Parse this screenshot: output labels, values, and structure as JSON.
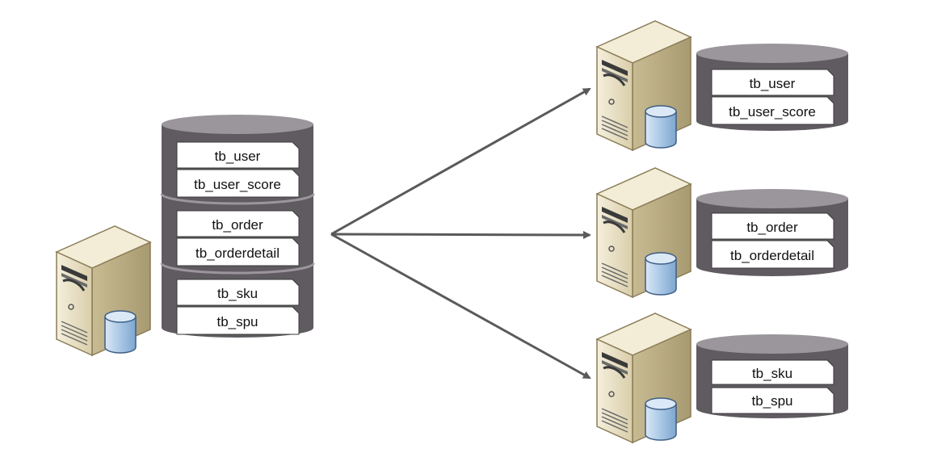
{
  "source_server": {
    "icon": "server-with-database-icon",
    "db_groups": [
      {
        "tables": [
          "tb_user",
          "tb_user_score"
        ]
      },
      {
        "tables": [
          "tb_order",
          "tb_orderdetail"
        ]
      },
      {
        "tables": [
          "tb_sku",
          "tb_spu"
        ]
      }
    ]
  },
  "target_servers": [
    {
      "icon": "server-with-database-icon",
      "tables": [
        "tb_user",
        "tb_user_score"
      ]
    },
    {
      "icon": "server-with-database-icon",
      "tables": [
        "tb_order",
        "tb_orderdetail"
      ]
    },
    {
      "icon": "server-with-database-icon",
      "tables": [
        "tb_sku",
        "tb_spu"
      ]
    }
  ],
  "colors": {
    "db_body": "#5f5b60",
    "db_top": "#9a969b",
    "arrow": "#5a5a5a",
    "server_front": "#e8e0c8",
    "server_side": "#c9bd97",
    "mini_db": "#a9c7e6"
  }
}
